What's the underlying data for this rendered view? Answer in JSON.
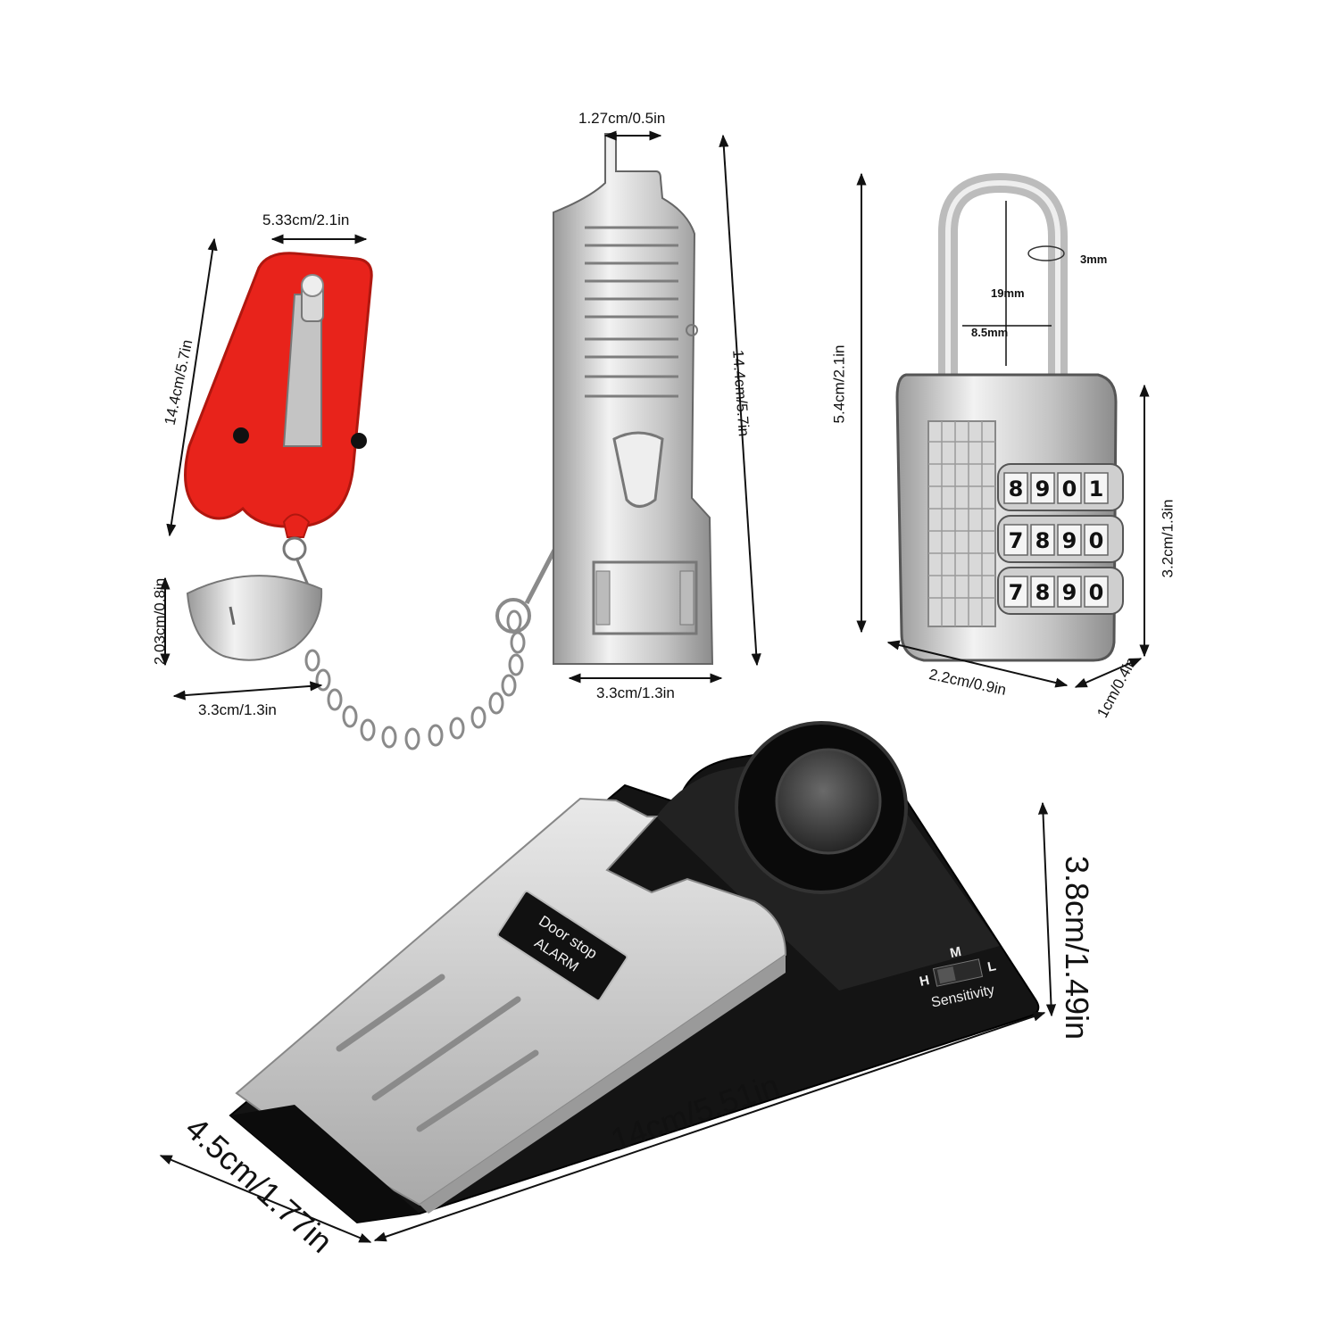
{
  "portable_lock": {
    "top_width": "5.33cm/2.1in",
    "height": "14.4cm/5.7in",
    "hook_height": "2.03cm/0.8in",
    "bottom_width": "3.3cm/1.3in"
  },
  "door_plate": {
    "tab_width": "1.27cm/0.5in",
    "height": "14.4cm/5.7in",
    "width": "3.3cm/1.3in"
  },
  "padlock": {
    "shackle_diameter": "3mm",
    "shackle_height": "19mm",
    "shackle_inner_width": "8.5mm",
    "total_height": "5.4cm/2.1in",
    "body_height": "3.2cm/1.3in",
    "body_width": "2.2cm/0.9in",
    "body_depth": "1cm/0.4in",
    "dials": [
      [
        "8",
        "9",
        "0",
        "1"
      ],
      [
        "7",
        "8",
        "9",
        "0"
      ],
      [
        "7",
        "8",
        "9",
        "0"
      ]
    ]
  },
  "door_stop": {
    "badge_line1": "Door stop",
    "badge_line2": "ALARM",
    "switch_h": "H",
    "switch_m": "M",
    "switch_l": "L",
    "switch_label": "Sensitivity",
    "height": "3.8cm/1.49in",
    "length": "14cm/5.51in",
    "width": "4.5cm/1.77in"
  },
  "colors": {
    "lock_red": "#e8231b",
    "steel": "#c9c9c9",
    "alarm_black": "#141414"
  }
}
